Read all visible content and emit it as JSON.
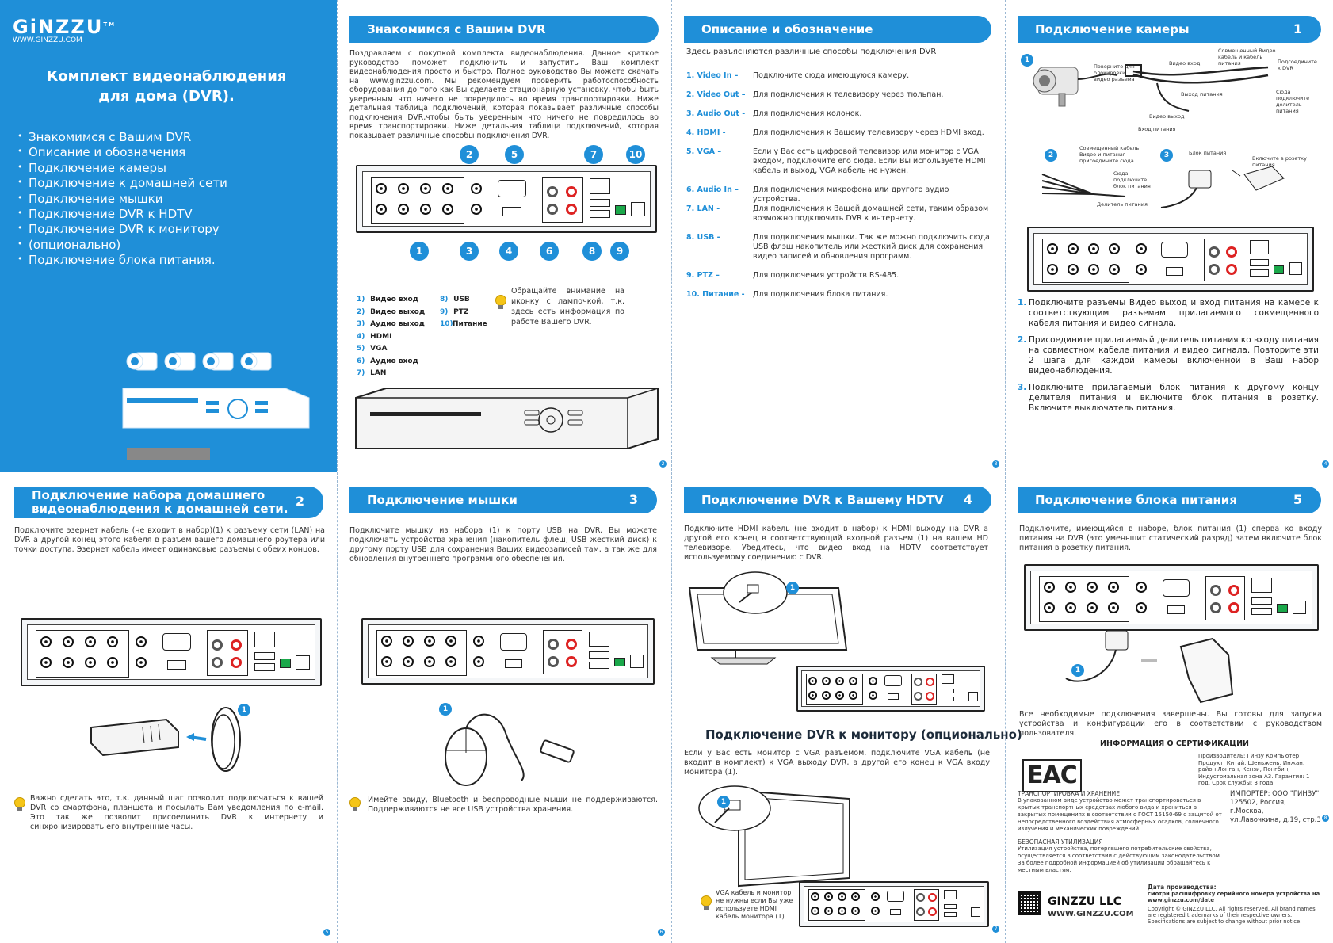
{
  "cover": {
    "logo": "GiNZZU",
    "logo_tm": "TM",
    "url": "WWW.GINZZU.COM",
    "title_line1": "Комплект видеонаблюдения",
    "title_line2": "для дома (DVR).",
    "toc": [
      "Знакомимся с Вашим DVR",
      "Описание и обозначения",
      "Подключение камеры",
      "Подключение к домашней сети",
      "Подключение мышки",
      "Подключение DVR к HDTV",
      "Подключение DVR к монитору",
      "(опционально)",
      "Подключение блока питания."
    ]
  },
  "intro": {
    "header": "Знакомимся с Вашим DVR",
    "text": "Поздравляем с покупкой комплекта видеонаблюдения. Данное краткое руководство поможет подключить и запустить Ваш комплект видеонаблюдения просто и быстро. Полное руководство Вы можете скачать на www.ginzzu.com. Мы рекомендуем проверить работоспособность оборудования до того как Вы сделаете стационарную установку, чтобы быть уверенным что ничего не повредилось во время транспортировки. Ниже детальная таблица подключений, которая показывает различные способы подключения DVR,чтобы быть уверенным что ничего не повредилось во время транспортировки. Ниже детальная таблица подключений, которая показывает различные способы подключения DVR.",
    "top_numbers": [
      "2",
      "5",
      "7",
      "10"
    ],
    "bottom_numbers": [
      "1",
      "3",
      "4",
      "6",
      "8",
      "9"
    ],
    "legend_left": [
      {
        "n": "1)",
        "t": "Видео вход"
      },
      {
        "n": "2)",
        "t": "Видео выход"
      },
      {
        "n": "3)",
        "t": "Аудио выход"
      },
      {
        "n": "4)",
        "t": "HDMI"
      },
      {
        "n": "5)",
        "t": "VGA"
      },
      {
        "n": "6)",
        "t": "Аудио вход"
      },
      {
        "n": "7)",
        "t": "LAN"
      }
    ],
    "legend_right": [
      {
        "n": "8)",
        "t": "USB"
      },
      {
        "n": "9)",
        "t": "PTZ"
      },
      {
        "n": "10)",
        "t": "Питание"
      }
    ],
    "tip": "Обращайте внимание на иконку с лампочкой, т.к. здесь есть информация по работе Вашего DVR."
  },
  "desc": {
    "header": "Описание и обозначение",
    "lead": "Здесь разъясняются различные способы подключения DVR",
    "items": [
      {
        "k": "1.  Video In –",
        "v": "Подключите сюда имеющуюся камеру."
      },
      {
        "k": "2.  Video Out –",
        "v": "Для подключения к телевизору через тюльпан."
      },
      {
        "k": "3.  Audio Out -",
        "v": "Для подключения колонок."
      },
      {
        "k": "4.  HDMI  -",
        "v": "Для подключения к Вашему телевизору через HDMI вход."
      },
      {
        "k": "5.  VGA –",
        "v": "Если у Вас есть цифровой телевизор или монитор с VGA входом,  подключите его сюда. Если Вы используете HDMI кабель и выход, VGA кабель не нужен."
      },
      {
        "k": "6.  Audio In –",
        "v": "Для подключения микрофона или другого аудио устройства."
      },
      {
        "k": "7.  LAN -",
        "v": "Для подключения к Вашей домашней сети, таким образом возможно подключить DVR к интернету."
      },
      {
        "k": "8.  USB -",
        "v": "Для подключения мышки. Так же можно подключить сюда USB флэш накопитель или жесткий диск для сохранения видео записей и обновления программ."
      },
      {
        "k": "9.  PTZ –",
        "v": "Для подключения устройств RS-485."
      },
      {
        "k": "10.  Питание  -",
        "v": "Для подключения блока питания."
      }
    ]
  },
  "camera": {
    "header": "Подключение камеры",
    "num": "1",
    "labels": {
      "combined_cable": "Совмещенный Видео кабель и кабель питания",
      "to_dvr": "Подсоедините к DVR",
      "rotate": "Поверните для блокировки видео разъема",
      "video_in": "Видео вход",
      "power_out": "Выход питания",
      "video_out": "Видео выход",
      "power_in": "Вход питания",
      "connect_splitter": "Сюда подключите делитель питания",
      "splitter_combined": "Совмещенный кабель Видео и питания присоедините сюда",
      "connect_psu": "Сюда подключите блок питания",
      "splitter": "Делитель питания",
      "psu": "Блок питания",
      "outlet": "Включите в розетку питания"
    },
    "steps": [
      {
        "n": "1.",
        "t": "Подключите разъемы Видео выход и вход питания на камере к соответствующим разъемам прилагаемого совмещенного кабеля питания и видео сигнала."
      },
      {
        "n": "2.",
        "t": "Присоедините прилагаемый делитель питания ко входу питания на совместном кабеле питания и видео сигнала. Повторите эти 2 шага для каждой камеры включенной в Ваш набор видеонаблюдения."
      },
      {
        "n": "3.",
        "t": "Подключите прилагаемый блок питания к другому концу делителя питания и включите блок питания в розетку. Включите выключатель питания."
      }
    ]
  },
  "network": {
    "header_line1": "Подключение набора домашнего",
    "header_line2": "видеонаблюдения к домашней сети.",
    "num": "2",
    "text": "Подключите эзернет кабель (не входит в набор)(1) к разъему сети (LAN) на DVR а другой конец этого кабеля в разъем вашего домашнего роутера или точки доступа. Эзернет кабель имеет одинаковые разъемы с обеих концов.",
    "tip": "Важно сделать это, т.к. данный шаг позволит подключаться к вашей DVR со смартфона, планшета и посылать Вам уведомления по e-mail. Это так же позволит присоединить DVR к интернету и синхронизировать его внутренние часы."
  },
  "mouse": {
    "header": "Подключение мышки",
    "num": "3",
    "text": "Подключите мышку из набора (1) к порту USB на DVR. Вы можете подключать устройства хранения (накопитель флеш, USB жесткий диск) к другому порту USB для сохранения Ваших видеозаписей там, а так же для обновления внутреннего программного обеспечения.",
    "tip": "Имейте ввиду, Bluetooth и беспроводные мыши не поддерживаются. Поддерживаются не все USB устройства хранения."
  },
  "hdtv": {
    "header": "Подключение DVR к Вашему HDTV",
    "num": "4",
    "text": "Подключите HDMI кабель (не входит в набор) к HDMI выходу на DVR а другой его конец в соответствующий входной разъем (1) на вашем HD телевизоре. Убедитесь, что видео вход на HDTV соответствует используемому соединению с DVR."
  },
  "monitor": {
    "header": "Подключение DVR к монитору (опционально)",
    "text": "Если у Вас есть монитор с VGA разъемом, подключите VGA кабель (не входит в комплект) к VGA выходу DVR, а другой его конец к VGA входу монитора (1).",
    "tip": "VGA кабель и монитор не нужны если Вы уже используете HDMI кабель.монитора (1)."
  },
  "power": {
    "header": "Подключение блока питания",
    "num": "5",
    "text": "Подключите, имеющийся в наборе, блок питания (1) сперва ко входу питания на DVR (это уменьшит статический разряд) затем включите блок питания в розетку питания.",
    "done": "Все необходимые подключения завершены. Вы готовы для запуска устройства и конфигурации его в соответствии с руководством пользователя.",
    "cert_title": "ИНФОРМАЦИЯ О СЕРТИФИКАЦИИ",
    "eac": "EAC",
    "maker": "Производитель: Гинзу Компьютер Продукт. Китай, Шеньжень, Инжан, район Лонган, Кензи, Понгбин, Индустриальная зона А3. Гарантия: 1 год. Срок службы: 3 года.",
    "importer_l1": "ИМПОРТЕР: ООО \"ГИНЗУ\"",
    "importer_l2": "125502, Россия, г.Москва,",
    "importer_l3": "ул.Лавочкина, д.19, стр.3",
    "transport_title": "ТРАНСПОРТИРОВКА И ХРАНЕНИЕ",
    "transport": "В упакованном виде устройство может транспортироваться в крытых транспортных средствах любого вида и храниться в закрытых помещениях в соответствии с ГОСТ 15150-69 с защитой от непосредственного воздействия атмосферных осадков, солнечного излучения и механических повреждений.",
    "disposal_title": "БЕЗОПАСНАЯ УТИЛИЗАЦИЯ",
    "disposal": "Утилизация устройства, потерявшего потребительские свойства, осуществляется в соответствии с действующим законодательством. За более подробной информацией об утилизации обращайтесь к местным властям.",
    "date_title": "Дата производства:",
    "date_text": "смотри расшифровку серийного номера устройства на www.ginzzu.com/date",
    "brand": "GINZZU LLC",
    "brand_url": "WWW.GINZZU.COM",
    "copyright": "Copyright © GINZZU LLC. All rights reserved. All brand names are registered trademarks of their respective owners. Specifications are subject to change without prior notice."
  },
  "page_numbers": [
    "2",
    "3",
    "4",
    "5",
    "6",
    "7",
    "8"
  ],
  "colors": {
    "accent": "#1f8fd8",
    "text": "#333333"
  }
}
